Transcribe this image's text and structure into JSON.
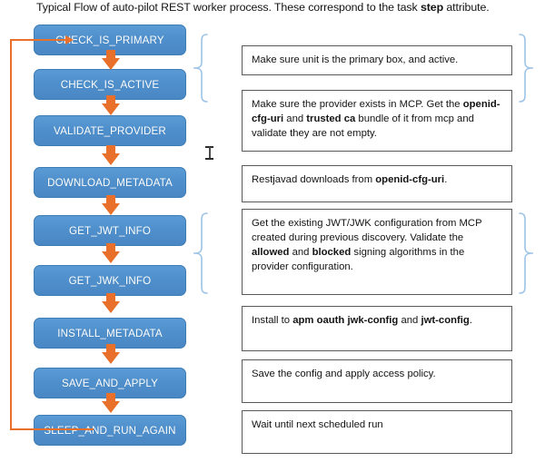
{
  "title": {
    "text_before": "Typical Flow of auto-pilot REST worker process. These correspond to the task ",
    "emphasis": "step",
    "text_after": " attribute."
  },
  "flow": {
    "steps": [
      {
        "label": "CHECK_IS_PRIMARY"
      },
      {
        "label": "CHECK_IS_ACTIVE"
      },
      {
        "label": "VALIDATE_PROVIDER"
      },
      {
        "label": "DOWNLOAD_METADATA"
      },
      {
        "label": "GET_JWT_INFO"
      },
      {
        "label": "GET_JWK_INFO"
      },
      {
        "label": "INSTALL_METADATA"
      },
      {
        "label": "SAVE_AND_APPLY"
      },
      {
        "label": "SLEEP_AND_RUN_AGAIN"
      }
    ],
    "loop_label": "loop back from SLEEP_AND_RUN_AGAIN to CHECK_IS_PRIMARY"
  },
  "notes": [
    {
      "id": "note-primary-active",
      "parts": [
        {
          "t": "Make sure unit is the primary box, and active.",
          "b": false
        }
      ]
    },
    {
      "id": "note-validate-provider",
      "parts": [
        {
          "t": "Make sure the provider exists in MCP. Get the ",
          "b": false
        },
        {
          "t": "openid-cfg-uri",
          "b": true
        },
        {
          "t": " and ",
          "b": false
        },
        {
          "t": "trusted ca",
          "b": true
        },
        {
          "t": " bundle of it from mcp and validate they are not empty.",
          "b": false
        }
      ]
    },
    {
      "id": "note-download-metadata",
      "parts": [
        {
          "t": "Restjavad downloads from ",
          "b": false
        },
        {
          "t": "openid-cfg-uri",
          "b": true
        },
        {
          "t": ".",
          "b": false
        }
      ]
    },
    {
      "id": "note-jwt-jwk",
      "parts": [
        {
          "t": "Get the existing JWT/JWK configuration from MCP created during previous discovery. Validate the ",
          "b": false
        },
        {
          "t": "allowed",
          "b": true
        },
        {
          "t": " and ",
          "b": false
        },
        {
          "t": "blocked",
          "b": true
        },
        {
          "t": " signing algorithms in the provider configuration.",
          "b": false
        }
      ]
    },
    {
      "id": "note-install-metadata",
      "parts": [
        {
          "t": "Install to ",
          "b": false
        },
        {
          "t": "apm oauth jwk-config",
          "b": true
        },
        {
          "t": " and ",
          "b": false
        },
        {
          "t": "jwt-config",
          "b": true
        },
        {
          "t": ".",
          "b": false
        }
      ]
    },
    {
      "id": "note-save-apply",
      "parts": [
        {
          "t": "Save the config and apply access policy.",
          "b": false
        }
      ]
    },
    {
      "id": "note-sleep",
      "parts": [
        {
          "t": "Wait until next scheduled run",
          "b": false
        }
      ]
    }
  ],
  "braces": [
    {
      "id": "brace-left-primary-active",
      "side": "left"
    },
    {
      "id": "brace-right-primary-active",
      "side": "right"
    },
    {
      "id": "brace-left-jwt-jwk",
      "side": "left"
    },
    {
      "id": "brace-right-jwt-jwk",
      "side": "right"
    }
  ],
  "colors": {
    "step_fill": "#5b9bd5",
    "arrow_orange": "#E8702A",
    "brace_blue": "#9dc3e6",
    "note_border": "#595959",
    "text": "#141414"
  },
  "cursor": {
    "type": "text-ibeam"
  }
}
